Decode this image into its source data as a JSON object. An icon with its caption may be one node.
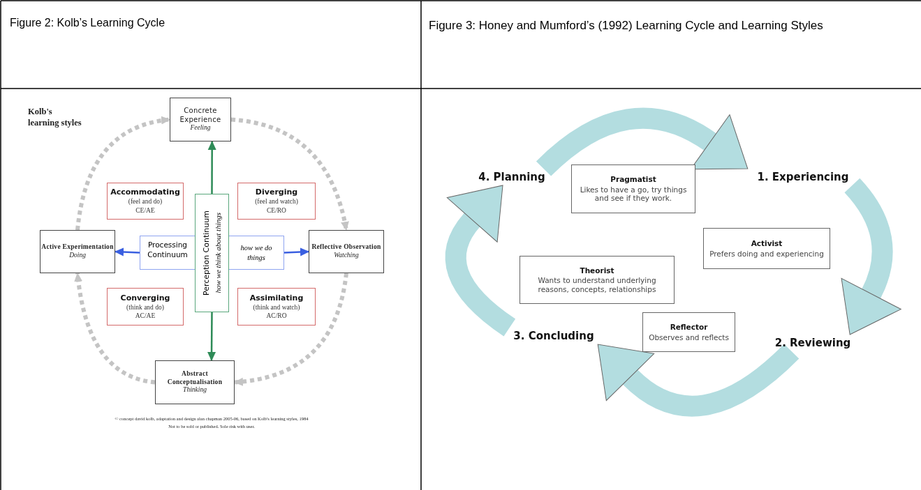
{
  "diagram": {
    "nodes": [
      {
        "text": [
          "Concrete Experience",
          "Feeling"
        ]
      },
      {
        "text": [
          "Active Experimentation",
          "Doing"
        ]
      },
      {
        "text": [
          "Reflective Observation",
          "Watching"
        ]
      },
      {
        "text": [
          "Abstract Conceptualisation",
          "Thinking"
        ]
      },
      {
        "text": [
          "Accommodating",
          "(feel and do)",
          "CE/AE"
        ]
      },
      {
        "text": [
          "Diverging",
          "(feel and watch)",
          "CE/RO"
        ]
      },
      {
        "text": [
          "Converging",
          "(think and do)",
          "AC/AE"
        ]
      },
      {
        "text": [
          "Assimilating",
          "(think and watch)",
          "AC/RO"
        ]
      },
      {
        "text": [
          "Processing Continuum",
          "how we do things"
        ]
      },
      {
        "text": [
          "Perception Continuum",
          "how we think about things"
        ]
      },
      {
        "text": [
          "4. Planning"
        ]
      },
      {
        "text": [
          "Pragmatist",
          "Likes to have a go, try things and see if they work."
        ]
      },
      {
        "text": [
          "1. Experiencing"
        ]
      },
      {
        "text": [
          "Activist",
          "Prefers doing and experiencing"
        ]
      },
      {
        "text": [
          "Theorist",
          "Wants to understand underlying reasons, concepts, relationships"
        ]
      },
      {
        "text": [
          "3. Concluding"
        ]
      },
      {
        "text": [
          "Reflector",
          "Observes and reflects"
        ]
      },
      {
        "text": [
          "2. Reviewing"
        ]
      }
    ],
    "edges": [
      {
        "from": 9,
        "to": 0,
        "arrow": "to",
        "color": "#2e8b57"
      },
      {
        "from": 9,
        "to": 3,
        "arrow": "to",
        "color": "#2e8b57"
      },
      {
        "from": 8,
        "to": 1,
        "arrow": "to",
        "color": "#3a5fe0"
      },
      {
        "from": 8,
        "to": 2,
        "arrow": "to",
        "color": "#3a5fe0"
      },
      {
        "from": 0,
        "to": 2,
        "arrow": "to",
        "style": "dashed",
        "color": "#c4c4c4"
      },
      {
        "from": 2,
        "to": 3,
        "arrow": "to",
        "style": "dashed",
        "color": "#c4c4c4"
      },
      {
        "from": 3,
        "to": 1,
        "arrow": "to",
        "style": "dashed",
        "color": "#c4c4c4"
      },
      {
        "from": 1,
        "to": 0,
        "arrow": "to",
        "style": "dashed",
        "color": "#c4c4c4"
      },
      {
        "from": 10,
        "to": 12,
        "arrow": "to",
        "style": "thick",
        "color": "#b3dde0"
      },
      {
        "from": 12,
        "to": 17,
        "arrow": "to",
        "style": "thick",
        "color": "#b3dde0"
      },
      {
        "from": 17,
        "to": 15,
        "arrow": "to",
        "style": "thick",
        "color": "#b3dde0"
      },
      {
        "from": 15,
        "to": 10,
        "arrow": "to",
        "style": "thick",
        "color": "#b3dde0"
      }
    ],
    "labels": [
      "Figure 2: Kolb’s Learning Cycle",
      "Figure 3: Honey and Mumford’s (1992) Learning Cycle and Learning Styles",
      "Kolb's learning styles",
      "© concept david kolb, adaptation and design alan chapman 2005-06, based on Kolb's learning styles, 1984",
      "Not to be sold or published. Sole risk with user."
    ]
  }
}
